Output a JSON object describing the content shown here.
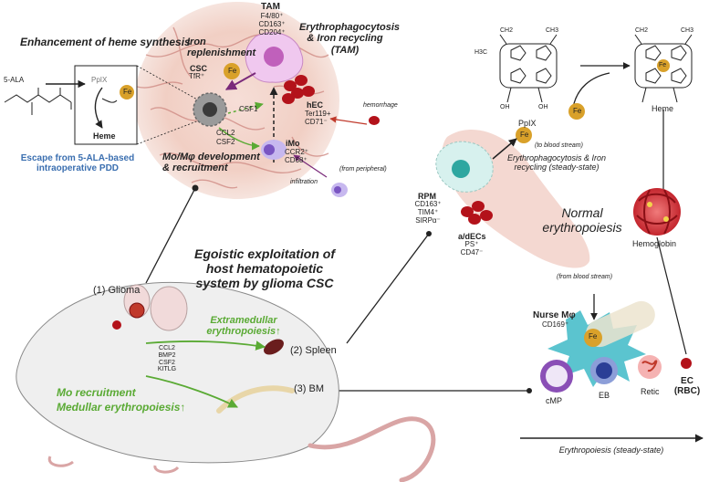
{
  "heme_box": {
    "title": "Enhancement of heme synthesis",
    "ala": "5-ALA",
    "ppix": "PpIX",
    "fe": "Fe",
    "heme": "Heme",
    "escape": "Escape from 5-ALA-based intraoperative PDD"
  },
  "tumor": {
    "tam": "TAM",
    "tam_markers": [
      "F4/80⁺",
      "CD163⁺",
      "CD204⁺"
    ],
    "iron_replenishment": "Iron replenishment",
    "erythrophagocytosis": "Erythrophagocytosis & Iron recycling (TAM)",
    "csc": "CSC",
    "csc_marker": "TfR⁺",
    "csf1": "CSF1",
    "ccl2": "CCL2",
    "csf2": "CSF2",
    "hec": "hEC",
    "hec_markers": [
      "Ter119+",
      "CD71⁻"
    ],
    "hemorrhage": "hemorrhage",
    "imo": "iMo",
    "imo_markers": [
      "CCR2⁺",
      "CD68⁺"
    ],
    "from_peripheral": "(from peripheral)",
    "infiltration": "infiltration",
    "mo_development": "Mo/Mφ development & recruitment"
  },
  "center": {
    "title": "Egoistic exploitation of host hematopoietic system by glioma CSC"
  },
  "mouse": {
    "glioma": "(1) Glioma",
    "spleen": "(2) Spleen",
    "bm": "(3) BM",
    "extramedullar": "Extramedullar erythropoiesis↑",
    "factors": [
      "CCL2",
      "BMP2",
      "CSF2",
      "KITLG"
    ],
    "mo_recruitment": "Mo recruitment",
    "medullar": "Medullar erythropoiesis↑"
  },
  "spleen": {
    "rpm": "RPM",
    "rpm_markers": [
      "CD163⁺",
      "TIM4⁺",
      "SIRPα⁻"
    ],
    "adecs": "a/dECs",
    "adecs_markers": [
      "PS⁺",
      "CD47⁻"
    ],
    "to_blood": "(to blood stream)",
    "erythro_steady": "Erythrophagocytosis & Iron recycling (steady-state)",
    "fe": "Fe"
  },
  "heme_synth": {
    "ppix": "PpIX",
    "heme": "Heme",
    "fe": "Fe",
    "ch2": "CH2",
    "ch3": "CH3",
    "h3c": "H3C",
    "oh": "OH"
  },
  "normal": {
    "title": "Normal erythropoiesis",
    "hemoglobin": "Hemoglobin",
    "from_blood": "(from blood stream)",
    "nurse": "Nurse Mφ",
    "nurse_marker": "CD169⁺",
    "fe": "Fe",
    "cmp": "cMP",
    "eb": "EB",
    "retic": "Retic",
    "ec": "EC",
    "rbc": "(RBC)",
    "erythropoiesis": "Erythropoiesis (steady-state)"
  },
  "colors": {
    "green": "#5aaa34",
    "blue": "#3b6fb0",
    "iron": "#d9a12a",
    "rbc": "#b3121a",
    "tumor": "#f3d4cc"
  }
}
